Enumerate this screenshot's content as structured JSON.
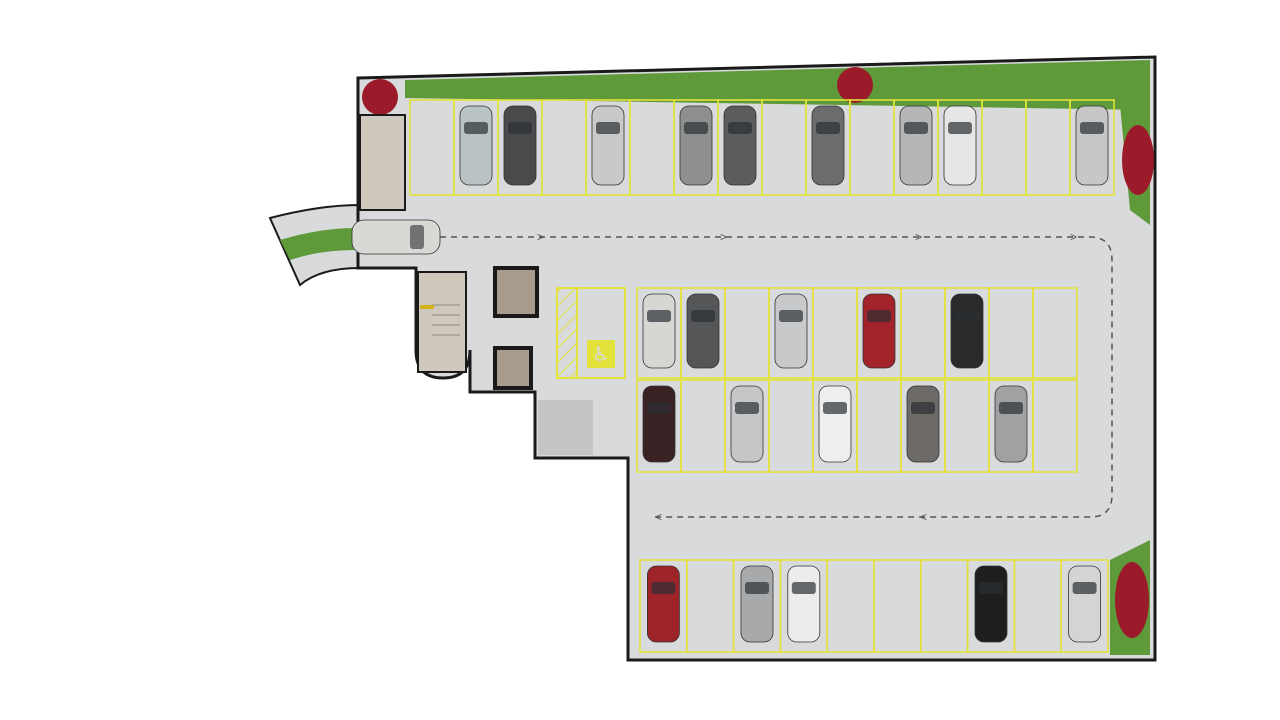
{
  "plan": {
    "colors": {
      "floor": "#d9dadb",
      "wall": "#1a1a1a",
      "grass": "#5e9a3a",
      "shrub": "#9b1b2a",
      "stall_line": "#e3e23a",
      "accessible_sign": "#e3e23a",
      "route_arrow": "#555555",
      "room_floor": "#cfc8bd"
    },
    "icons": [
      "accessible-parking-icon",
      "direction-arrow-icon",
      "stairs-icon",
      "elevator-icon"
    ],
    "rows": [
      {
        "name": "top-row",
        "stalls": 16,
        "cars": [
          {
            "slot": 1,
            "color": "#b9c3c4"
          },
          {
            "slot": 2,
            "color": "#4a4a4c"
          },
          {
            "slot": 4,
            "color": "#c9c9c9"
          },
          {
            "slot": 6,
            "color": "#8e8f8f"
          },
          {
            "slot": 7,
            "color": "#5c5c5e"
          },
          {
            "slot": 9,
            "color": "#6b6c6e"
          },
          {
            "slot": 11,
            "color": "#b4b6b8"
          },
          {
            "slot": 12,
            "color": "#e6e6e6"
          },
          {
            "slot": 15,
            "color": "#c7c7c5"
          }
        ]
      },
      {
        "name": "middle-row-north",
        "stalls": 10,
        "cars": [
          {
            "slot": 0,
            "color": "#d6d6d3"
          },
          {
            "slot": 1,
            "color": "#555658"
          },
          {
            "slot": 3,
            "color": "#c8c9cb"
          },
          {
            "slot": 5,
            "color": "#a3232a"
          },
          {
            "slot": 7,
            "color": "#2a2a2b"
          }
        ]
      },
      {
        "name": "middle-row-south",
        "stalls": 10,
        "cars": [
          {
            "slot": 0,
            "color": "#3a2224"
          },
          {
            "slot": 2,
            "color": "#c5c6c8"
          },
          {
            "slot": 4,
            "color": "#eeeeee"
          },
          {
            "slot": 6,
            "color": "#6d6a68"
          },
          {
            "slot": 8,
            "color": "#9fa1a3"
          }
        ]
      },
      {
        "name": "bottom-row",
        "stalls": 10,
        "cars": [
          {
            "slot": 0,
            "color": "#9e2328"
          },
          {
            "slot": 2,
            "color": "#a7a9ab"
          },
          {
            "slot": 3,
            "color": "#ececec"
          },
          {
            "slot": 7,
            "color": "#1e1e1f"
          },
          {
            "slot": 9,
            "color": "#d4d4d4"
          }
        ]
      }
    ],
    "entering_car_color": "#d8d8d4"
  }
}
